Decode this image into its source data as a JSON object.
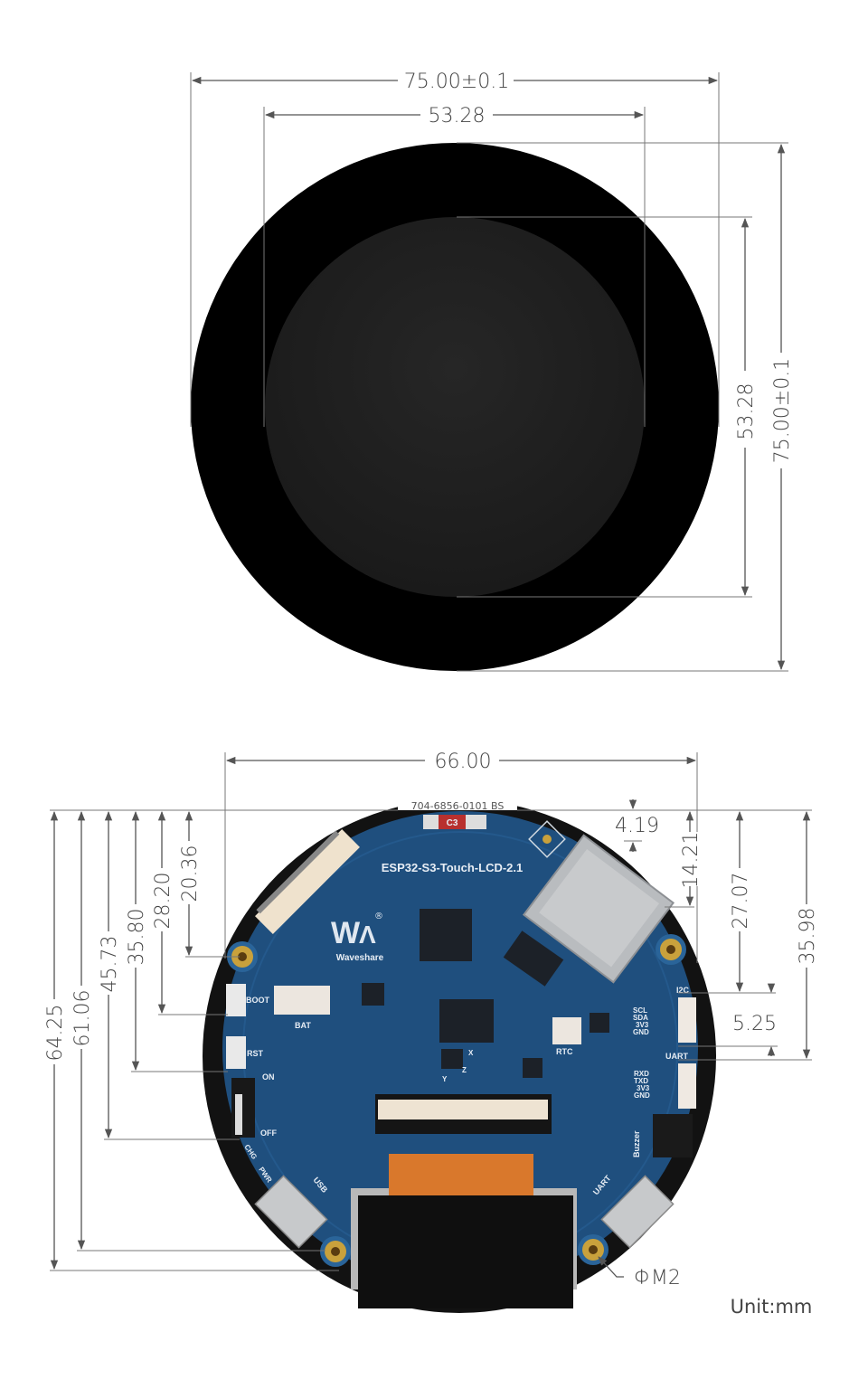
{
  "front_view": {
    "dims": {
      "outer_width": "75.00±0.1",
      "inner_width": "53.28",
      "inner_height": "53.28",
      "outer_height": "75.00±0.1"
    },
    "colors": {
      "bezel": "#000000",
      "display": "#1e1e1e"
    }
  },
  "back_view": {
    "dims": {
      "board_width": "66.00",
      "left": [
        "64.25",
        "61.06",
        "45.73",
        "35.80",
        "28.20",
        "20.36"
      ],
      "right": [
        "4.19",
        "14.21",
        "27.07",
        "35.98",
        "5.25"
      ],
      "hole": "ΦM2"
    },
    "pcb": {
      "part_number": "704-6856-0101 BS",
      "model": "ESP32-S3-Touch-LCD-2.1",
      "brand": "Waveshare",
      "silk_c3": "C3",
      "labels": {
        "boot": "BOOT",
        "bat": "BAT",
        "rst": "RST",
        "on": "ON",
        "off": "OFF",
        "chg": "CHG",
        "pwr": "PWR",
        "usb": "USB",
        "uart_port": "UART",
        "i2c": "I2C",
        "rtc": "RTC",
        "uart": "UART",
        "buzzer": "Buzzer",
        "axis_x": "X",
        "axis_y": "Y",
        "axis_z": "Z",
        "i2c_pins": [
          "SCL",
          "SDA",
          "3V3",
          "GND"
        ],
        "uart_pins": [
          "RXD",
          "TXD",
          "3V3",
          "GND"
        ]
      },
      "colors": {
        "board": "#1f4f7e",
        "bezel": "#121212",
        "brass": "#c9a13c",
        "fpc": "#d9782c"
      }
    },
    "unit": "Unit:mm"
  }
}
